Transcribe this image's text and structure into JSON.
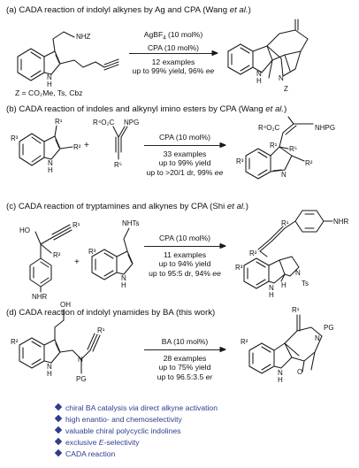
{
  "sections": [
    {
      "id": "a",
      "title_parts": [
        "(a) CADA reaction of indolyl alkynes by Ag and CPA (Wang ",
        "et al.",
        ")"
      ],
      "labels": {
        "reactant_group": "NHZ",
        "reactant_nh": "N\nH",
        "product_nh": "N\nH",
        "product_n": "N",
        "product_z": "Z"
      },
      "conditions": [
        "AgBF",
        "4",
        " (10 mol%)",
        "CPA (10 mol%)",
        "12 examples",
        "up to 99% yield, 96% ",
        "ee"
      ],
      "footnote": "Z = CO₂Me, Ts, Cbz"
    },
    {
      "id": "b",
      "title_parts": [
        "(b) CADA reaction of indoles and alkynyl imino esters by CPA (Wang ",
        "et al.",
        ")"
      ],
      "labels": {
        "r3": "R³",
        "r1": "R¹",
        "r2": "R²",
        "nh": "N\nH",
        "plus": "+",
        "r4o2c": "R⁴O₂C",
        "npg": "NPG",
        "r5": "R⁵",
        "p_r4o2c": "R⁴O₂C",
        "p_nhpg": "NHPG",
        "p_r3": "R³",
        "p_r1": "R¹",
        "p_r2": "R²",
        "p_n": "N",
        "p_r5": "R⁵"
      },
      "conditions": [
        "CPA (10 mol%)",
        "33 examples",
        "up to 99% yield",
        "up to >20/1 dr, 99% ",
        "ee"
      ]
    },
    {
      "id": "c",
      "title_parts": [
        "(c) CADA reaction of tryptamines and alkynes by CPA (Shi ",
        "et al.",
        ")"
      ],
      "labels": {
        "ho": "HO",
        "r1": "R¹",
        "r2": "R²",
        "nhr": "NHR",
        "plus": "+",
        "nhts": "NHTs",
        "r3": "R³",
        "nh": "N\nH",
        "p_nhr": "NHR",
        "p_r1": "R¹",
        "p_r2": "R²",
        "p_r3": "R³",
        "p_n": "N",
        "p_ts": "Ts",
        "p_nh": "N\nH",
        "p_h": "H"
      },
      "conditions": [
        "CPA (10 mol%)",
        "11 examples",
        "up to 94% yield",
        "up to 95:5 dr, 94% ",
        "ee"
      ]
    },
    {
      "id": "d",
      "title_parts": [
        "(d) CADA reaction of indolyl ynamides by BA (this work)"
      ],
      "labels": {
        "oh": "OH",
        "r2": "R²",
        "nh": "N\nH",
        "n": "N",
        "pg": "PG",
        "r1": "R¹",
        "p_r1": "R¹",
        "p_pg": "PG",
        "p_r2": "R²",
        "p_n": "N",
        "p_nh": "N\nH",
        "p_o": "O"
      },
      "conditions": [
        "BA (10 mol%)",
        "28 examples",
        "up to 75% yield",
        "up to 96.5:3.5 ",
        "er"
      ]
    }
  ],
  "highlights": [
    {
      "parts": [
        "chiral BA catalysis ",
        "via",
        " direct alkyne activation"
      ]
    },
    {
      "parts": [
        "high enantio- and chemoselectivity"
      ]
    },
    {
      "parts": [
        "valuable chiral polycyclic indolines"
      ]
    },
    {
      "parts": [
        "exclusive ",
        "E",
        "-selectivity"
      ]
    },
    {
      "parts": [
        "CADA reaction"
      ]
    }
  ],
  "colors": {
    "text": "#111111",
    "highlight": "#2c3d8f",
    "bond": "#1a1a1a"
  }
}
